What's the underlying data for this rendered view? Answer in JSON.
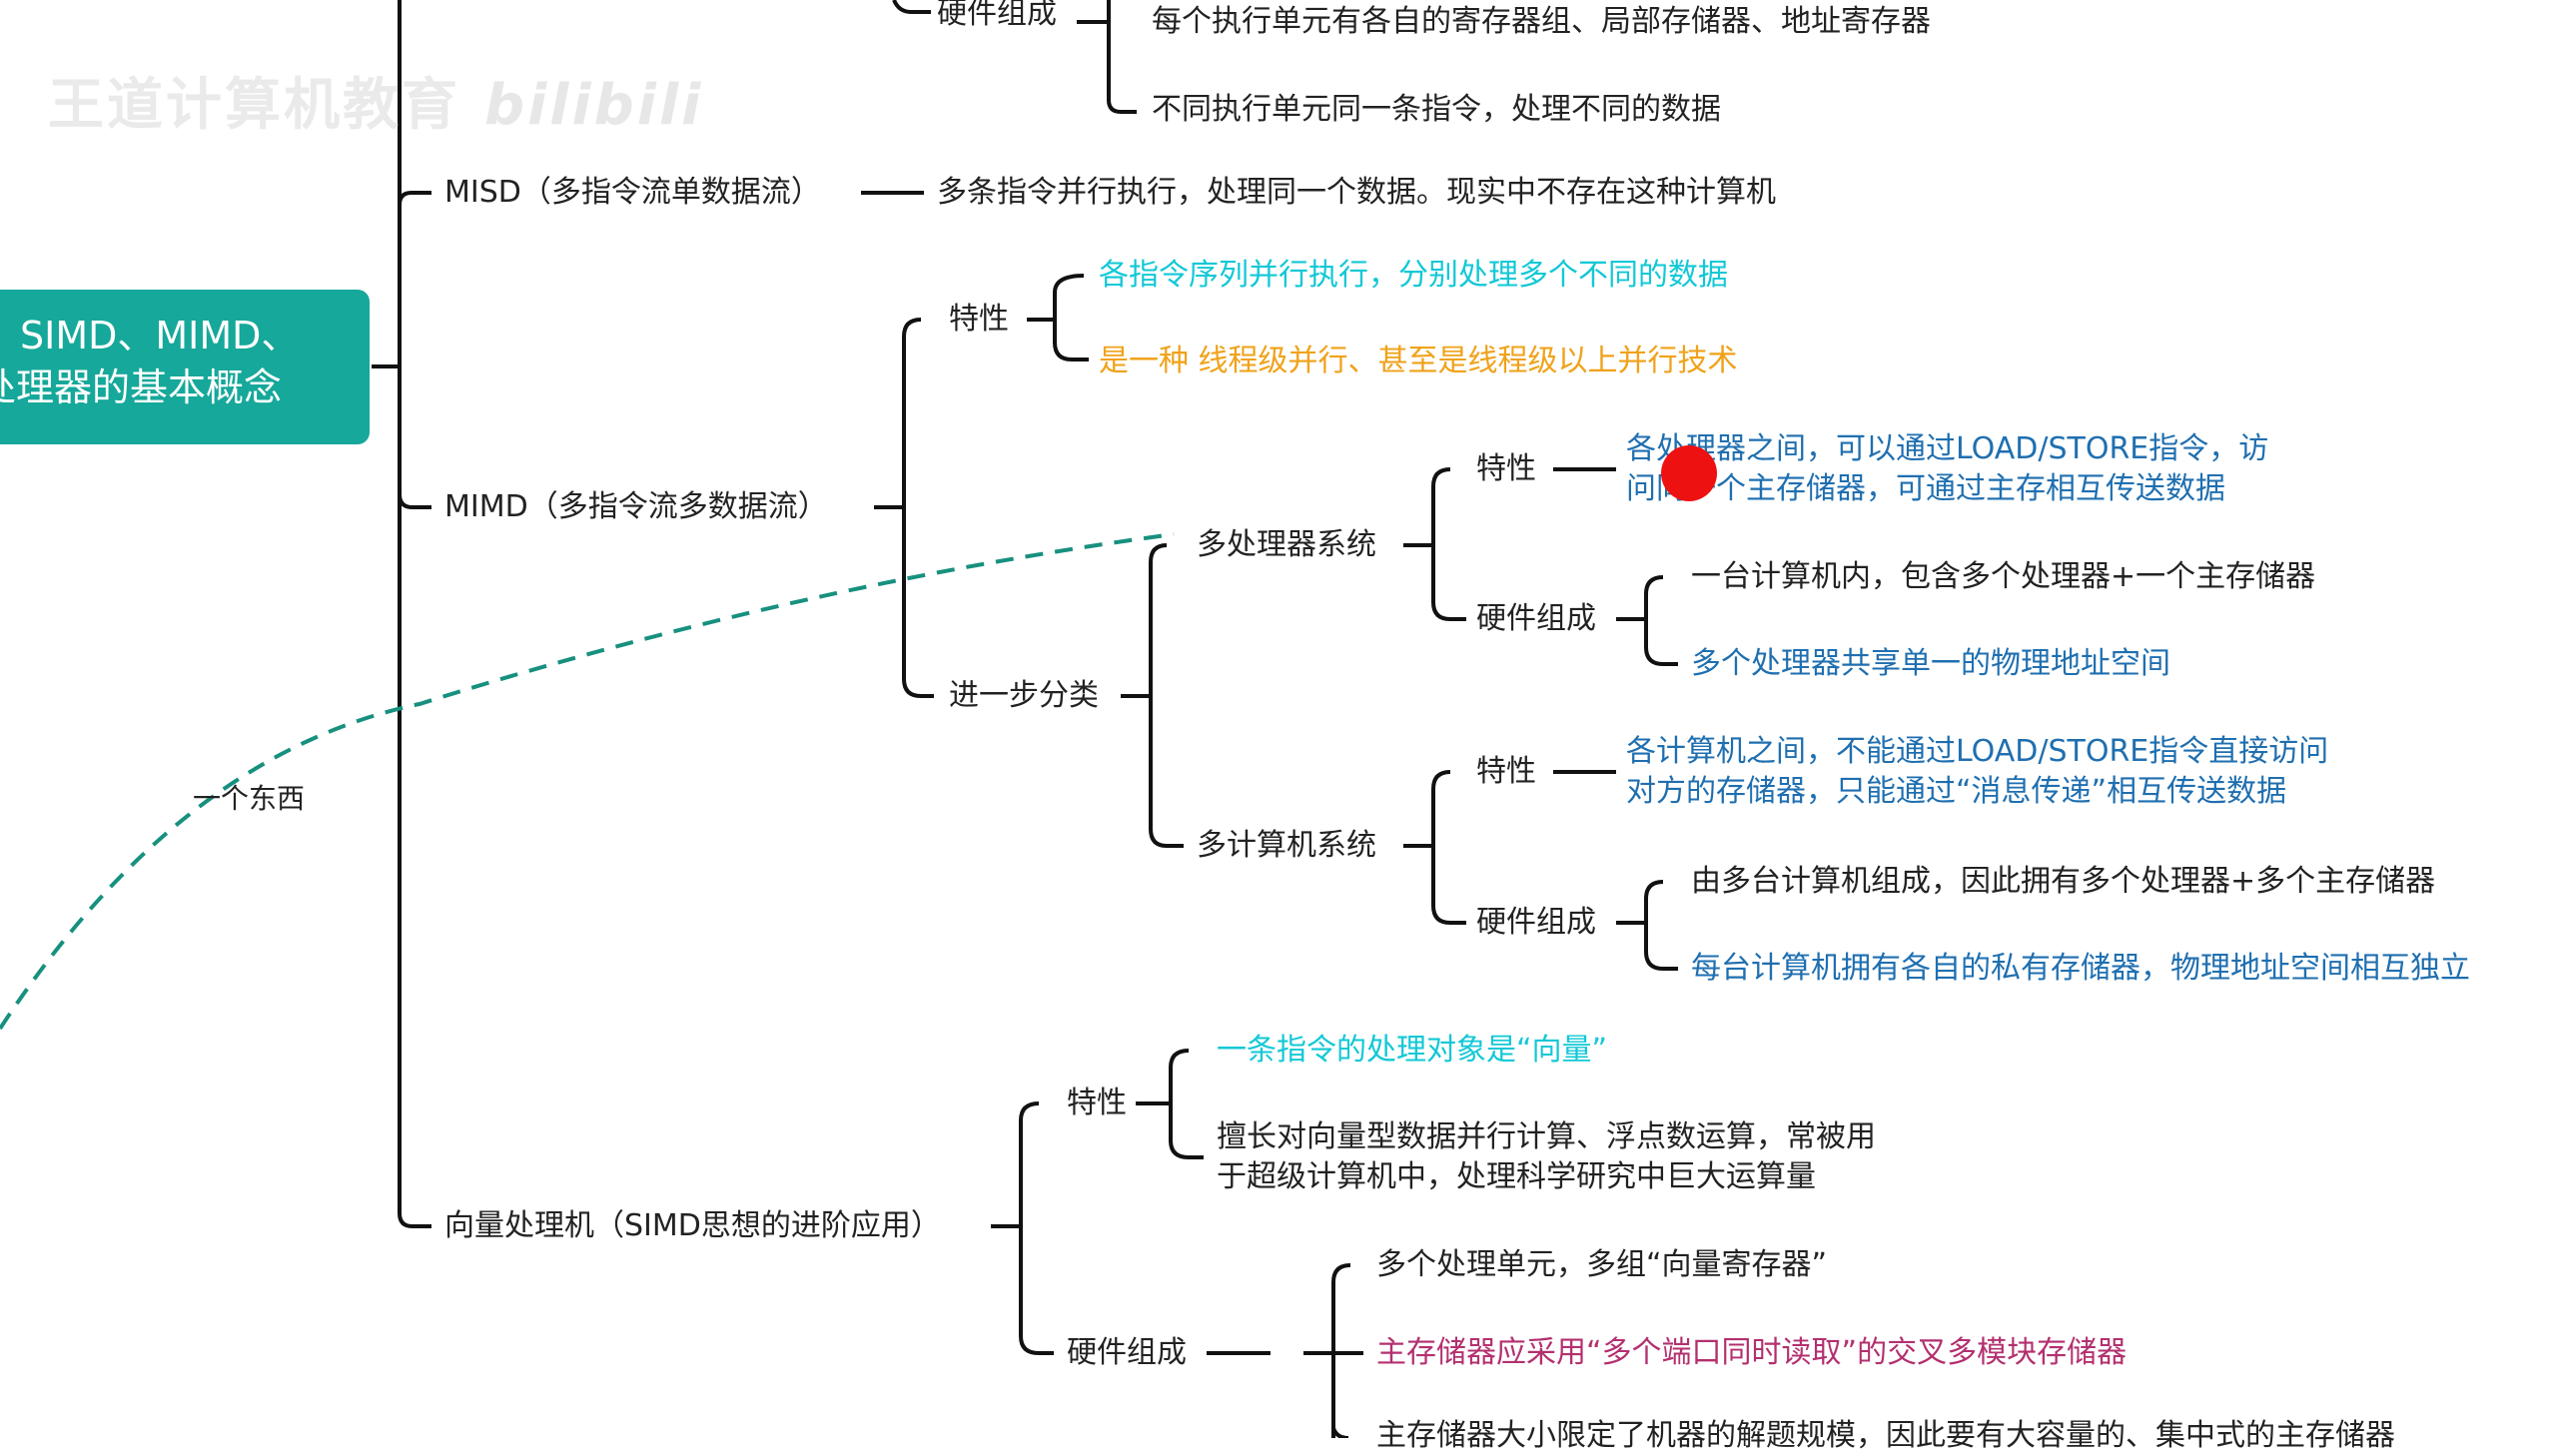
{
  "colors": {
    "root_fill": "#16a89a",
    "line": "#111111",
    "dashed": "#17907f",
    "cyan": "#12c8d6",
    "orange": "#f0a21a",
    "blue": "#1f6fb0",
    "magenta": "#b3306f",
    "cursor": "#ee1111"
  },
  "watermark": {
    "text": "王道计算机教育",
    "site": "bilibili"
  },
  "root": {
    "line1": "SIMD、MIMD、",
    "line2": "处理器的基本概念"
  },
  "annotation": {
    "text": "一个东西"
  },
  "simd": {
    "hw_label": "硬件组成",
    "hw_items": [
      "每个执行单元有各自的寄存器组、局部存储器、地址寄存器",
      "不同执行单元同一条指令，处理不同的数据"
    ]
  },
  "misd": {
    "label": "MISD（多指令流单数据流）",
    "desc": "多条指令并行执行，处理同一个数据。现实中不存在这种计算机"
  },
  "mimd": {
    "label": "MIMD（多指令流多数据流）",
    "features_label": "特性",
    "features": [
      "各指令序列并行执行，分别处理多个不同的数据",
      "是一种 线程级并行、甚至是线程级以上并行技术"
    ],
    "classify_label": "进一步分类",
    "multiprocessor": {
      "label": "多处理器系统",
      "feature_label": "特性",
      "feature_lines": [
        "各处理器之间，可以通过LOAD/STORE指令，访",
        "问同一个主存储器，可通过主存相互传送数据"
      ],
      "hw_label": "硬件组成",
      "hw_items": [
        "一台计算机内，包含多个处理器+一个主存储器",
        "多个处理器共享单一的物理地址空间"
      ]
    },
    "multicomputer": {
      "label": "多计算机系统",
      "feature_label": "特性",
      "feature_lines": [
        "各计算机之间，不能通过LOAD/STORE指令直接访问",
        "对方的存储器，只能通过“消息传递”相互传送数据"
      ],
      "hw_label": "硬件组成",
      "hw_items": [
        "由多台计算机组成，因此拥有多个处理器+多个主存储器",
        "每台计算机拥有各自的私有存储器，物理地址空间相互独立"
      ]
    }
  },
  "vector": {
    "label": "向量处理机（SIMD思想的进阶应用）",
    "features_label": "特性",
    "feature1": "一条指令的处理对象是“向量”",
    "feature2_lines": [
      "擅长对向量型数据并行计算、浮点数运算，常被用",
      "于超级计算机中，处理科学研究中巨大运算量"
    ],
    "hw_label": "硬件组成",
    "hw_items": [
      "多个处理单元，多组“向量寄存器”",
      "主存储器应采用“多个端口同时读取”的交叉多模块存储器",
      "主存储器大小限定了机器的解题规模，因此要有大容量的、集中式的主存储器"
    ]
  }
}
